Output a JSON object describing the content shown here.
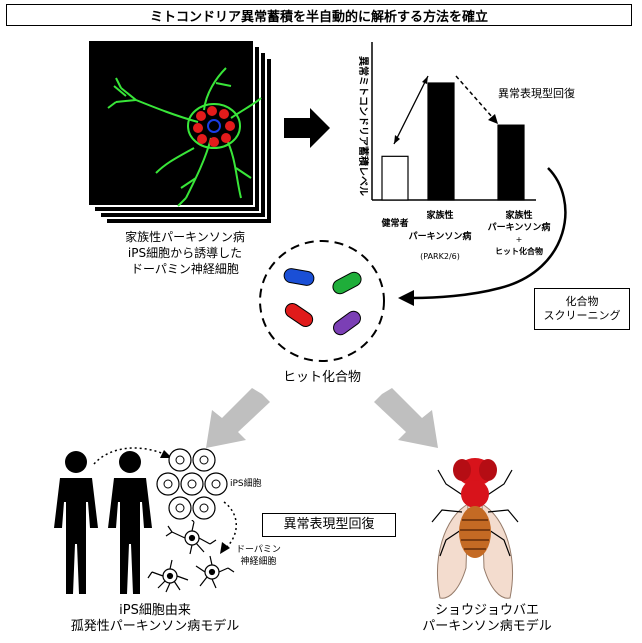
{
  "title": "ミトコンドリア異常蓄積を半自動的に解析する方法を確立",
  "neuron_caption": [
    "家族性パーキンソン病",
    "iPS細胞から誘導した",
    "ドーパミン神経細胞"
  ],
  "chart_data": {
    "type": "bar",
    "ylabel": "異常ミトコンドリア蓄積レベル",
    "categories": [
      "健常者",
      "家族性パーキンソン病",
      "家族性パーキンソン病+ヒット化合物"
    ],
    "category_lines": [
      [
        "健常者"
      ],
      [
        "家族性",
        "パーキンソン病",
        "(PARK2/6)"
      ],
      [
        "家族性",
        "パーキンソン病",
        "+",
        "ヒット化合物"
      ]
    ],
    "values": [
      28,
      75,
      48
    ],
    "ylim": [
      0,
      100
    ],
    "annotation": "異常表現型回復",
    "bar_colors": [
      "#ffffff",
      "#000000",
      "#000000"
    ]
  },
  "screening_label": [
    "化合物",
    "スクリーニング"
  ],
  "hit_compound_label": "ヒット化合物",
  "compound_colors": [
    "#1a4fd6",
    "#1fae3a",
    "#e01b1b",
    "#7b3fb5"
  ],
  "ips_label": "iPS細胞",
  "dopamine_label": [
    "ドーパミン",
    "神経細胞"
  ],
  "recovery_box": "異常表現型回復",
  "left_caption": [
    "iPS細胞由来",
    "孤発性パーキンソン病モデル"
  ],
  "right_caption": [
    "ショウジョウバエ",
    "パーキンソン病モデル"
  ]
}
